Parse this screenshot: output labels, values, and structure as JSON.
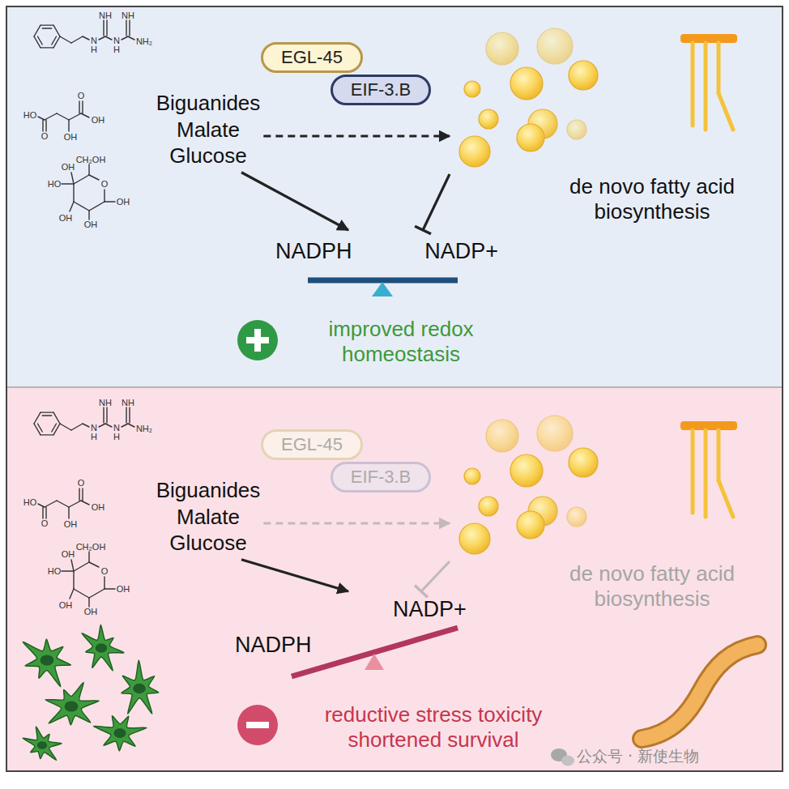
{
  "diagram": {
    "nodes": [
      {
        "text": [
          "EGL-45"
        ]
      },
      {
        "text": [
          "EIF-3.B"
        ]
      },
      {
        "text": [
          "Biguanides Malate Glucose"
        ]
      },
      {
        "text": [
          "de novo fatty acid biosynthesis"
        ]
      },
      {
        "text": [
          "NADPH",
          "NADP+"
        ]
      },
      {
        "text": [
          "improved redox homeostasis"
        ]
      },
      {
        "text": [
          "EGL-45"
        ]
      },
      {
        "text": [
          "EIF-3.B"
        ]
      },
      {
        "text": [
          "Biguanides Malate Glucose"
        ]
      },
      {
        "text": [
          "de novo fatty acid biosynthesis"
        ]
      },
      {
        "text": [
          "NADPH",
          "NADP+"
        ]
      },
      {
        "text": [
          "reductive stress toxicity shortened survival"
        ]
      }
    ],
    "edges": [
      {
        "from": 2,
        "to": 3,
        "arrow": "to"
      },
      {
        "from": 2,
        "to": 4,
        "arrow": "to"
      },
      {
        "from": 3,
        "to": 4,
        "arrow": "to"
      },
      {
        "from": 8,
        "to": 9,
        "arrow": "to"
      },
      {
        "from": 8,
        "to": 10,
        "arrow": "to"
      },
      {
        "from": 9,
        "to": 10,
        "arrow": "to"
      }
    ],
    "labels": [
      "NH",
      "NH",
      "N",
      "H",
      "N",
      "H",
      "NH₂",
      "O",
      "OH",
      "HO",
      "O",
      "OH",
      "CH₂OH",
      "O",
      "OH",
      "HO",
      "OH",
      "OH",
      "OH",
      "NH",
      "NH",
      "N",
      "H",
      "N",
      "H",
      "NH₂",
      "O",
      "OH",
      "HO",
      "O",
      "OH",
      "CH₂OH",
      "O",
      "OH",
      "HO",
      "OH",
      "OH",
      "OH",
      "公众号 · 新使生物"
    ]
  }
}
